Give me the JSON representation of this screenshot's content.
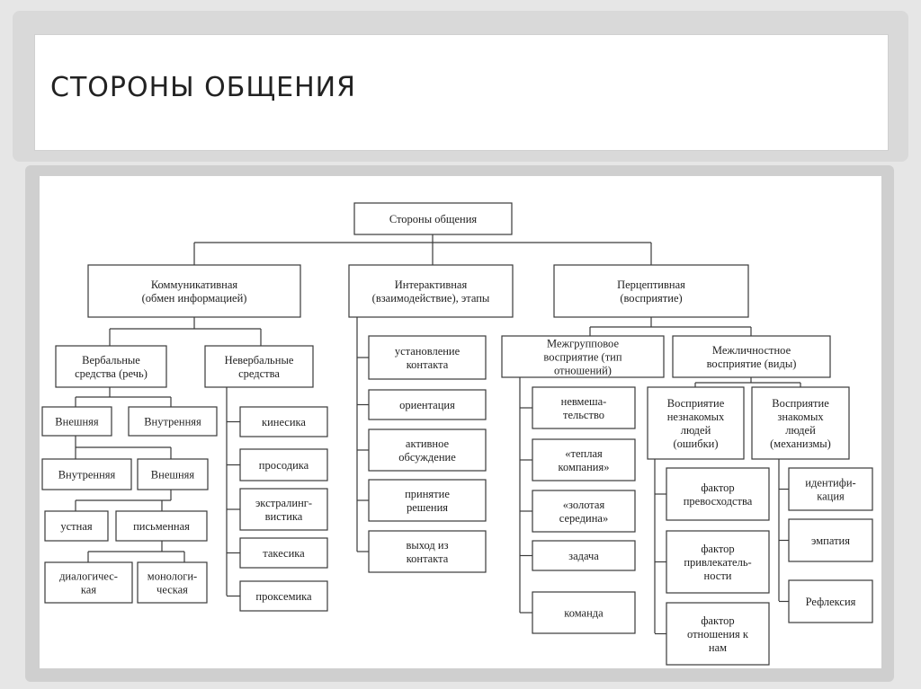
{
  "slide": {
    "title": "СТОРОНЫ ОБЩЕНИЯ"
  },
  "diagram": {
    "root": [
      "Стороны общения"
    ],
    "communicative": [
      "Коммуникативная",
      "(обмен информацией)"
    ],
    "interactive": [
      "Интерактивная",
      "(взаимодействие), этапы"
    ],
    "perceptive": [
      "Перцептивная",
      "(восприятие)"
    ],
    "verbal": [
      "Вербальные",
      "средства (речь)"
    ],
    "nonverbal": [
      "Невербальные",
      "средства"
    ],
    "verbal_external_1": [
      "Внешняя"
    ],
    "verbal_internal_1": [
      "Внутренняя"
    ],
    "verbal_internal_2": [
      "Внутренняя"
    ],
    "verbal_external_2": [
      "Внешняя"
    ],
    "oral": [
      "устная"
    ],
    "written": [
      "письменная"
    ],
    "dialogic": [
      "диалогичес-",
      "кая"
    ],
    "monologic": [
      "монологи-",
      "ческая"
    ],
    "kinesics": [
      "кинесика"
    ],
    "prosody": [
      "просодика"
    ],
    "extralinguistics": [
      "экстралинг-",
      "вистика"
    ],
    "takesics": [
      "такесика"
    ],
    "proxemics": [
      "проксемика"
    ],
    "contact_establish": [
      "установление",
      "контакта"
    ],
    "orientation": [
      "ориентация"
    ],
    "active_discussion": [
      "активное",
      "обсуждение"
    ],
    "decision": [
      "принятие",
      "решения"
    ],
    "contact_exit": [
      "выход из",
      "контакта"
    ],
    "intergroup": [
      "Межгрупповое",
      "восприятие (тип",
      "отношений)"
    ],
    "interpersonal": [
      "Межличностное",
      "восприятие (виды)"
    ],
    "non_interference": [
      "невмеша-",
      "тельство"
    ],
    "warm_company": [
      "«теплая",
      "компания»"
    ],
    "golden_mean": [
      "«золотая",
      "середина»"
    ],
    "task": [
      "задача"
    ],
    "team": [
      "команда"
    ],
    "strangers": [
      "Восприятие",
      "незнакомых",
      "людей",
      "(ошибки)"
    ],
    "acquaintances": [
      "Восприятие",
      "знакомых",
      "людей",
      "(механизмы)"
    ],
    "superiority": [
      "фактор",
      "превосходства"
    ],
    "attractiveness": [
      "фактор",
      "привлекатель-",
      "ности"
    ],
    "attitude": [
      "фактор",
      "отношения к",
      "нам"
    ],
    "identification": [
      "идентифи-",
      "кация"
    ],
    "empathy": [
      "эмпатия"
    ],
    "reflexion": [
      "Рефлексия"
    ]
  }
}
